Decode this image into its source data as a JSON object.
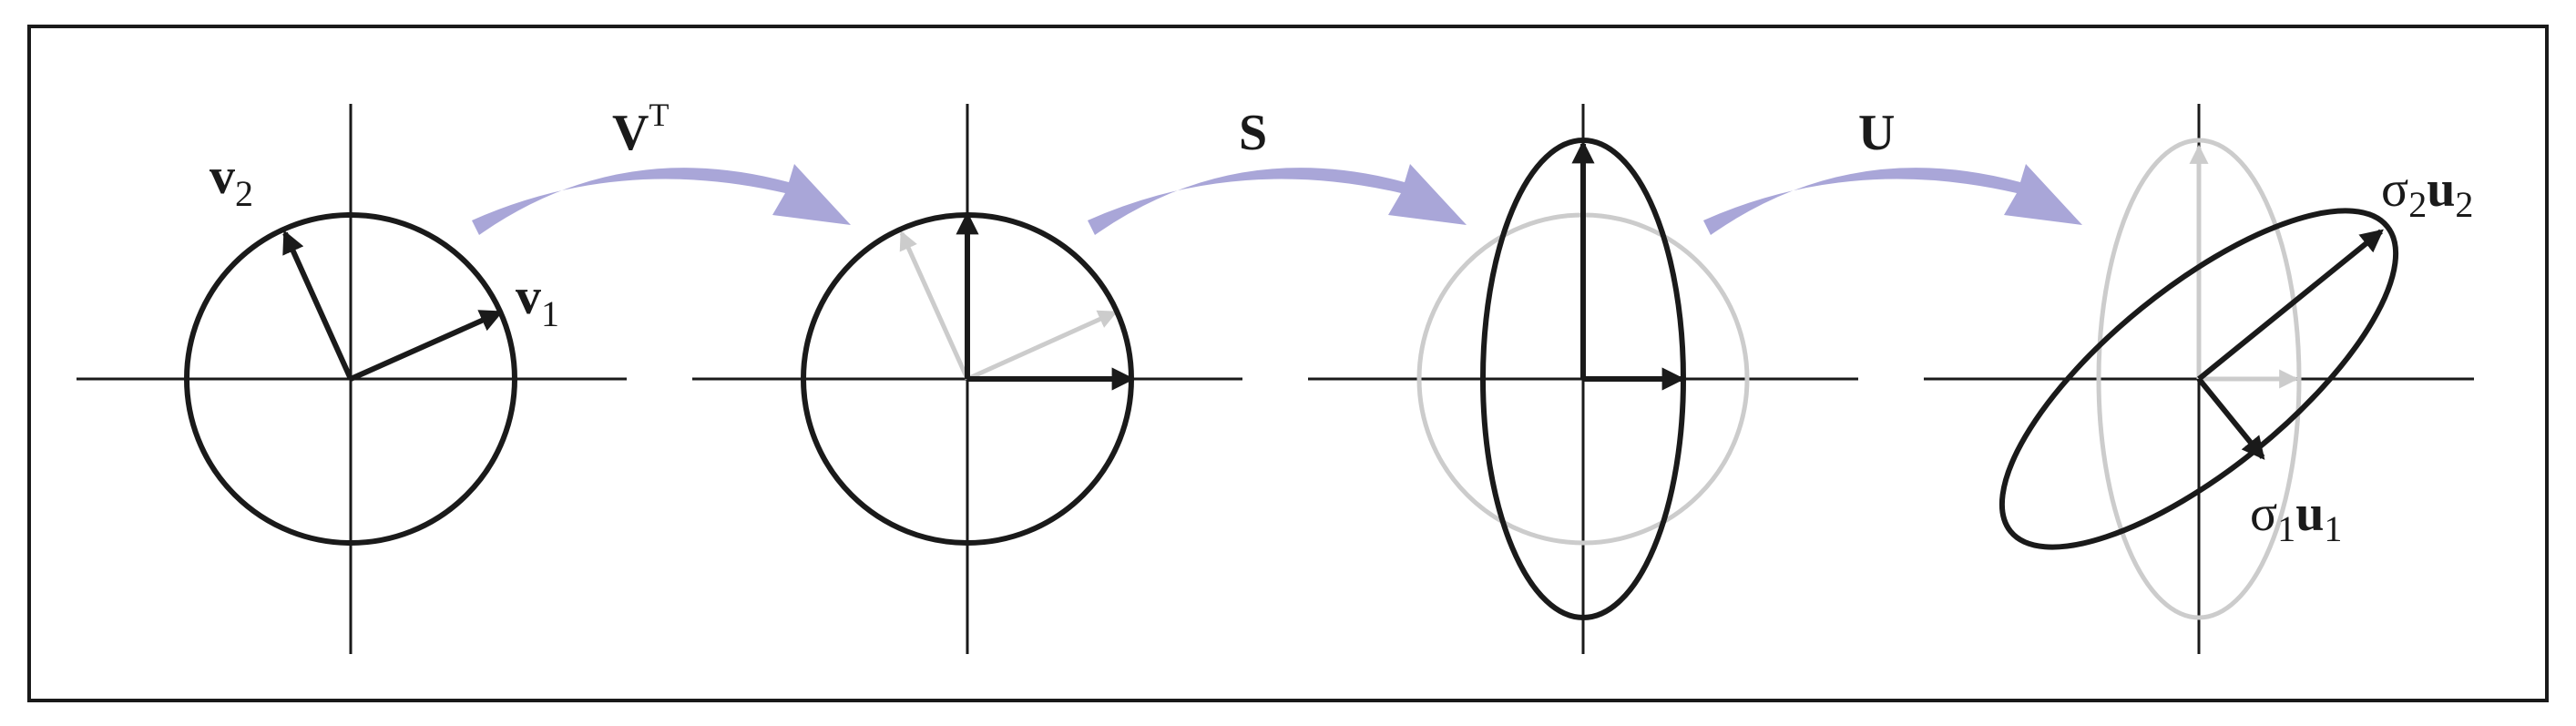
{
  "colors": {
    "ink": "#1a1a1a",
    "ghost": "#cccccc",
    "arrow": "#a9a6d8",
    "frame": "#1a1a1a",
    "background": "#ffffff"
  },
  "panels": [
    {
      "labels": [
        {
          "main": "v",
          "sub": "2"
        },
        {
          "main": "v",
          "sub": "1"
        }
      ]
    },
    {
      "labels": []
    },
    {
      "labels": []
    },
    {
      "labels": [
        {
          "main": "σ",
          "sub": "2",
          "vec": "u",
          "vecsub": "2"
        },
        {
          "main": "σ",
          "sub": "1",
          "vec": "u",
          "vecsub": "1"
        }
      ]
    }
  ],
  "transforms": [
    {
      "main": "V",
      "sup": "T"
    },
    {
      "main": "S"
    },
    {
      "main": "U"
    }
  ]
}
